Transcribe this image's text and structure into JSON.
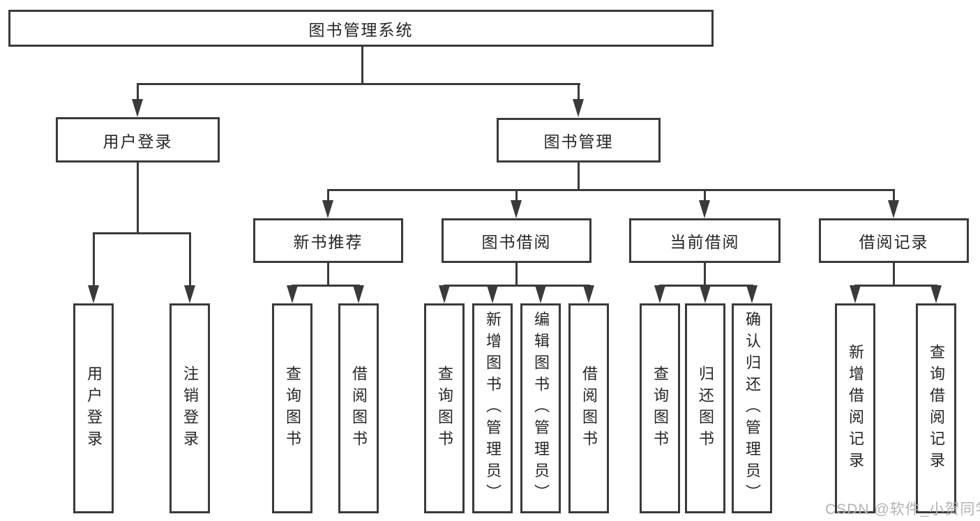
{
  "colors": {
    "line": "#3a3a3a",
    "text": "#262626",
    "background": "#ffffff",
    "watermark": "#b3b3b3"
  },
  "tree": {
    "root": {
      "label": "图书管理系统"
    },
    "user_login": {
      "label": "用户登录",
      "children": [
        {
          "label": "用户登录"
        },
        {
          "label": "注销登录"
        }
      ]
    },
    "book_management": {
      "label": "图书管理",
      "groups": {
        "new_books": {
          "label": "新书推荐",
          "children": [
            {
              "label": "查询图书"
            },
            {
              "label": "借阅图书"
            }
          ]
        },
        "borrowing": {
          "label": "图书借阅",
          "children": [
            {
              "label": "查询图书"
            },
            {
              "label": "新增图书（管理员）"
            },
            {
              "label": "编辑图书（管理员）"
            },
            {
              "label": "借阅图书"
            }
          ]
        },
        "current": {
          "label": "当前借阅",
          "children": [
            {
              "label": "查询图书"
            },
            {
              "label": "归还图书"
            },
            {
              "label": "确认归还（管理员）"
            }
          ]
        },
        "records": {
          "label": "借阅记录",
          "children": [
            {
              "label": "新增借阅记录"
            },
            {
              "label": "查询借阅记录"
            }
          ]
        }
      }
    }
  },
  "watermark": {
    "text": "CSDN @软件_小贺同学"
  }
}
